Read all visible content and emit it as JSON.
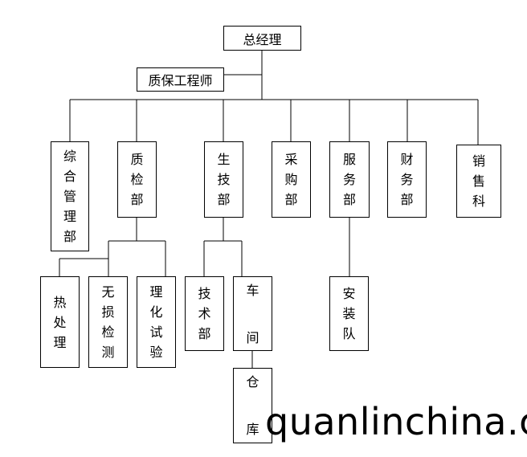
{
  "root": "总经理",
  "qa_engineer": "质保工程师",
  "departments": [
    "综合管理部",
    "质检部",
    "生技部",
    "采购部",
    "服务部",
    "财务部",
    "销售科"
  ],
  "qc_subunits": [
    "热处理",
    "无损检测",
    "理化试验"
  ],
  "prod_subunits": [
    "技术部",
    "车间"
  ],
  "workshop_sub": "仓库",
  "service_sub": "安装队",
  "watermark": "quanlinchina.c"
}
